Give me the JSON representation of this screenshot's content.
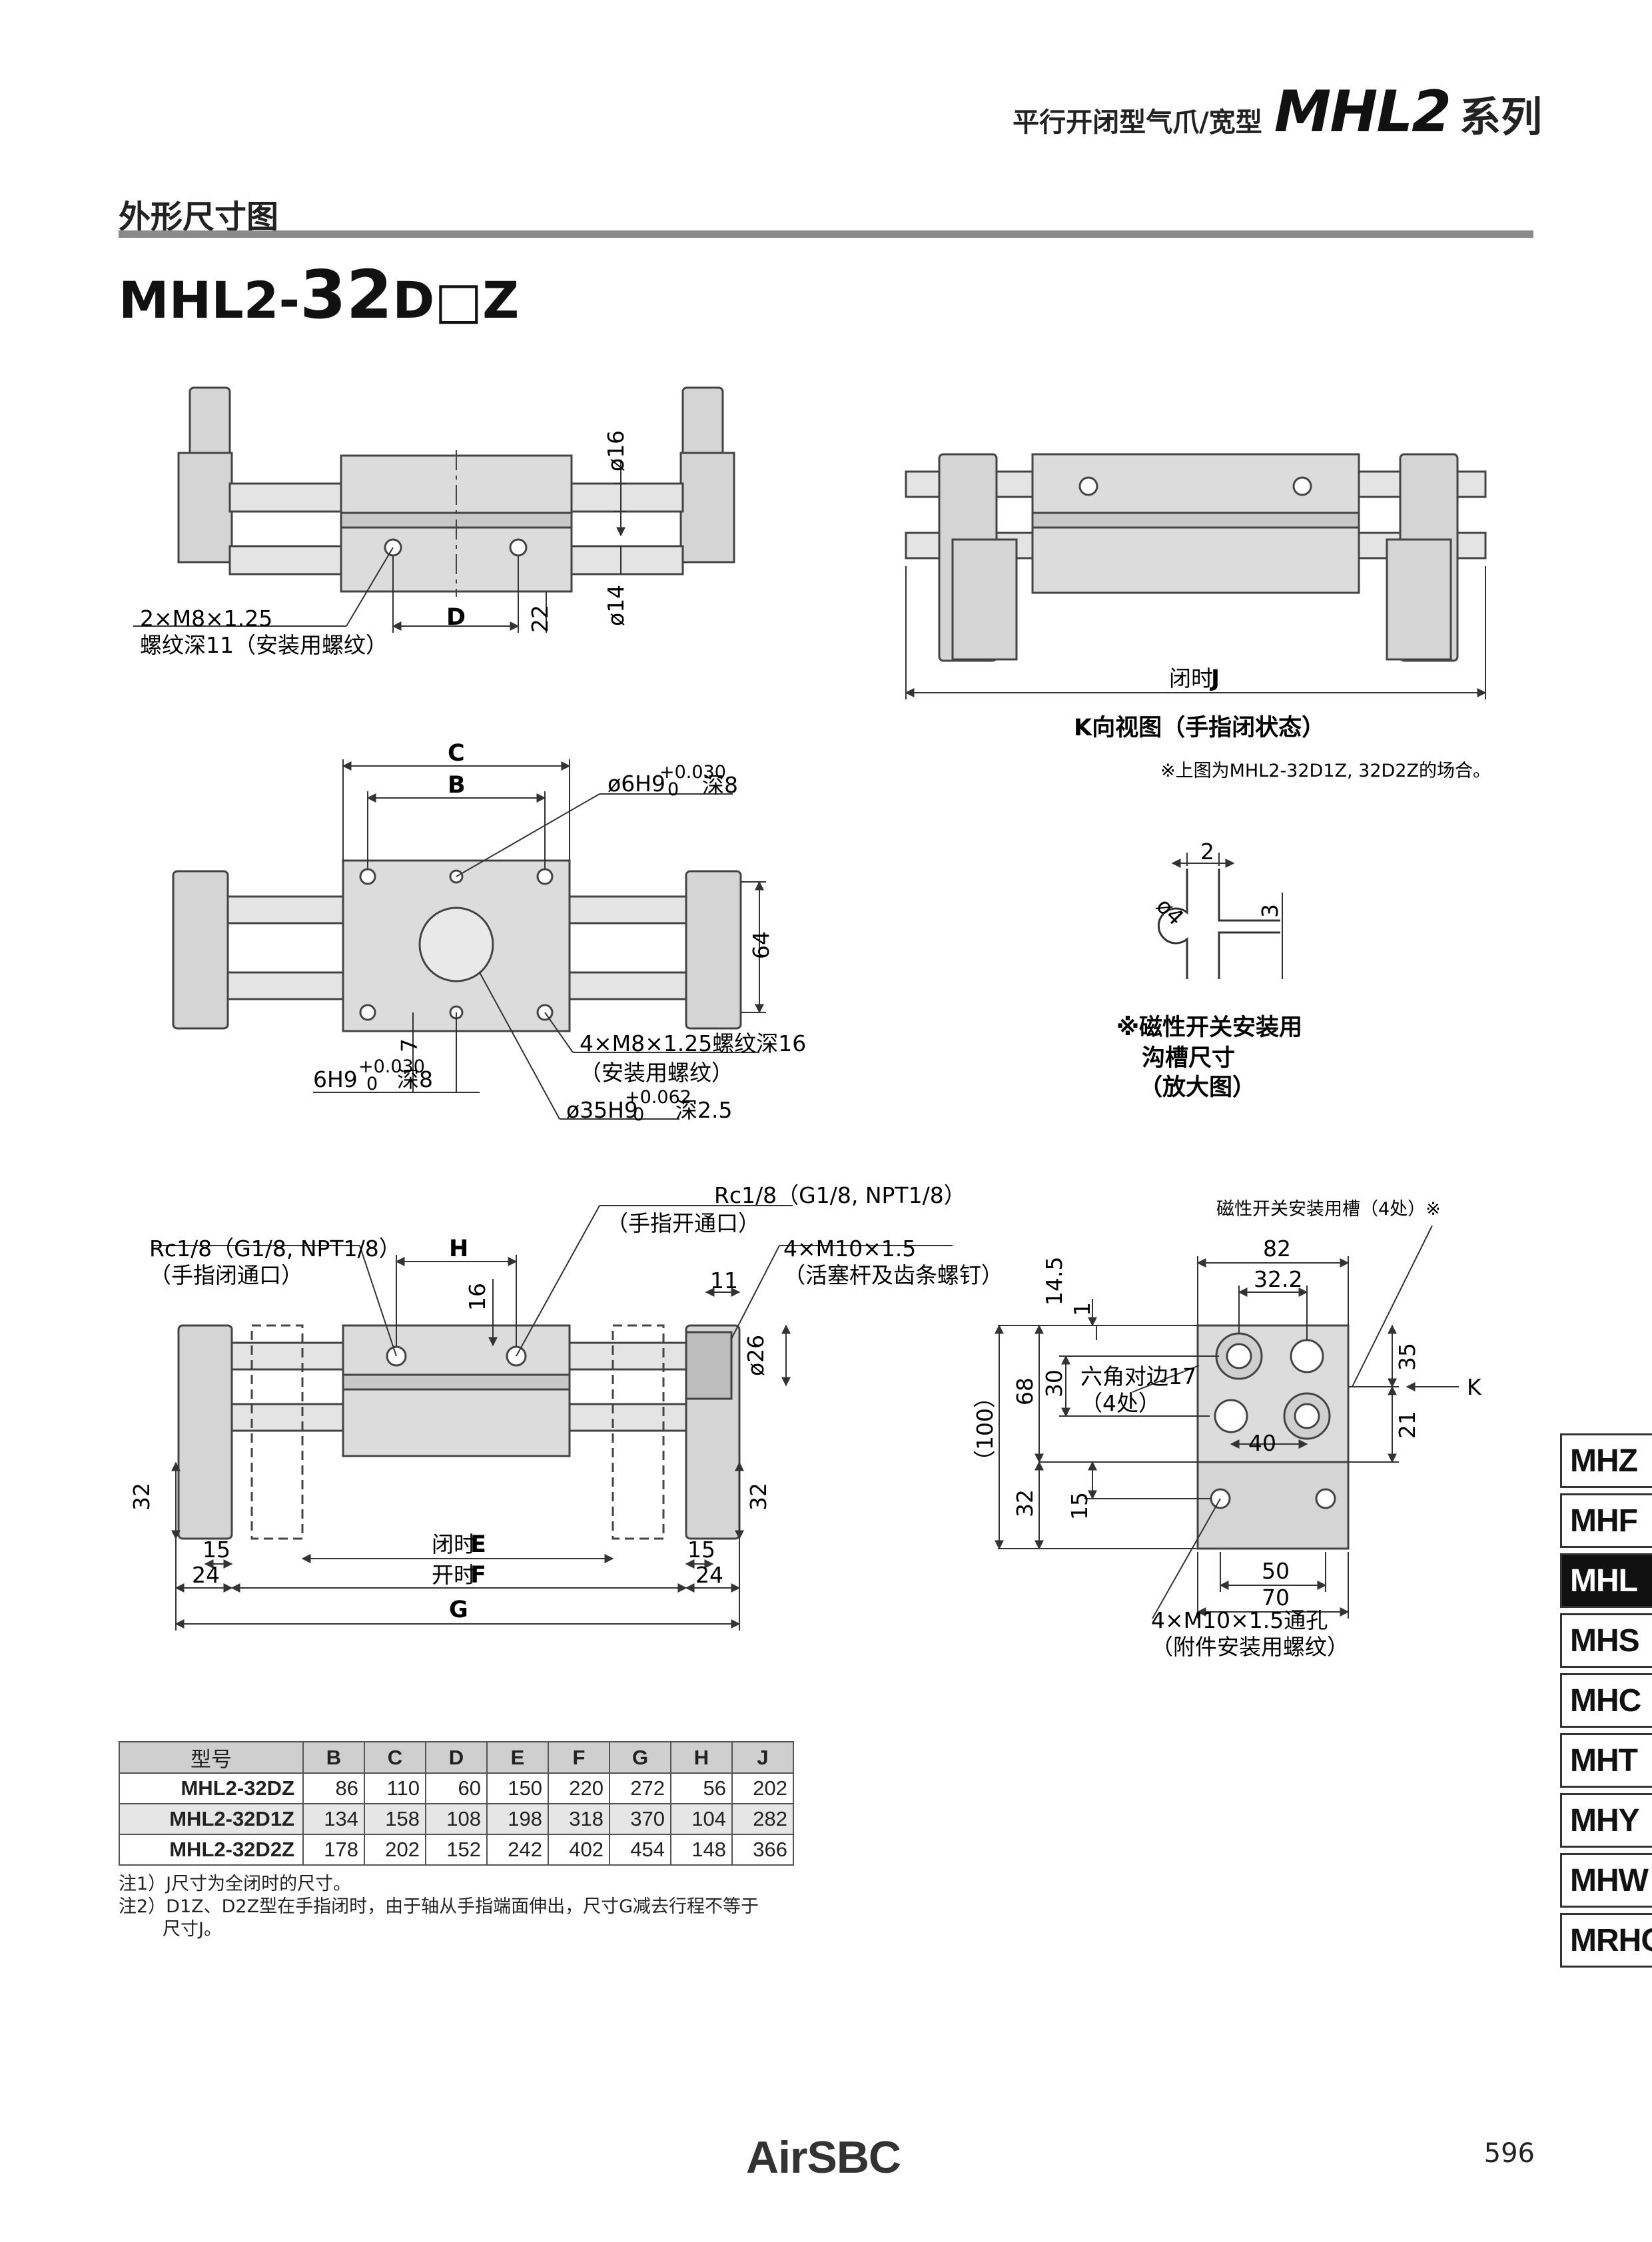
{
  "header": {
    "subtitle": "平行开闭型气爪/宽型",
    "series_name": "MHL2",
    "series_suffix": "系列"
  },
  "section": {
    "title": "外形尺寸图"
  },
  "model": {
    "prefix": "MHL2-",
    "size": "32",
    "suffix": "D□Z"
  },
  "drawing_labels": {
    "thread_mount": "2×M8×1.25",
    "thread_mount_depth": "螺纹深11（安装用螺纹）",
    "dim_D": "D",
    "dim_22": "22",
    "dim_phi16": "ø16",
    "dim_phi14": "ø14",
    "closed_J_prefix": "闭时",
    "closed_J": "J",
    "k_view": "K向视图（手指闭状态）",
    "k_view_note": "※上图为MHL2-32D1Z, 32D2Z的场合。",
    "dim_C": "C",
    "dim_B": "B",
    "hole_6H9": "ø6H9",
    "tol_0030": "+0.030",
    "tol_0": "0",
    "depth_8": "深8",
    "dim_64": "64",
    "dim_7": "7",
    "hole_6H9_b": "6H9",
    "thread_4M8": "4×M8×1.25螺纹深16",
    "thread_4M8_use": "（安装用螺纹）",
    "hole_35H9": "ø35H9",
    "tol_0062": "+0.062",
    "depth_2_5": "深2.5",
    "groove_2": "2",
    "groove_3": "3",
    "groove_phi4": "ø4",
    "groove_note_1": "※磁性开关安装用",
    "groove_note_2": "沟槽尺寸",
    "groove_note_3": "（放大图）",
    "port_open": "Rc1/8（G1/8, NPT1/8）",
    "port_open_desc": "（手指开通口）",
    "port_close": "Rc1/8（G1/8, NPT1/8）",
    "port_close_desc": "（手指闭通口）",
    "dim_H": "H",
    "dim_16": "16",
    "dim_11": "11",
    "dim_phi26": "ø26",
    "thread_4M10": "4×M10×1.5",
    "thread_4M10_desc": "（活塞杆及齿条螺钉）",
    "dim_32a": "32",
    "dim_32b": "32",
    "dim_15a": "15",
    "dim_15b": "15",
    "dim_24a": "24",
    "dim_24b": "24",
    "closed_E_prefix": "闭时",
    "closed_E": "E",
    "open_F_prefix": "开时",
    "open_F": "F",
    "dim_G": "G",
    "switch_groove": "磁性开关安装用槽（4处）※",
    "dim_82": "82",
    "dim_32_2": "32.2",
    "dim_14_5": "14.5",
    "dim_1": "1",
    "dim_35": "35",
    "dim_K": "K",
    "hex_17": "六角对边17",
    "hex_4": "（4处）",
    "dim_30": "30",
    "dim_68": "68",
    "dim_100": "（100）",
    "dim_21": "21",
    "dim_40": "40",
    "dim_32c": "32",
    "dim_15c": "15",
    "dim_50": "50",
    "dim_70": "70",
    "thread_4M10_thru": "4×M10×1.5通孔",
    "thread_4M10_att": "（附件安装用螺纹）"
  },
  "table": {
    "headers": [
      "型号",
      "B",
      "C",
      "D",
      "E",
      "F",
      "G",
      "H",
      "J"
    ],
    "rows": [
      [
        "MHL2-32DZ",
        "86",
        "110",
        "60",
        "150",
        "220",
        "272",
        "56",
        "202"
      ],
      [
        "MHL2-32D1Z",
        "134",
        "158",
        "108",
        "198",
        "318",
        "370",
        "104",
        "282"
      ],
      [
        "MHL2-32D2Z",
        "178",
        "202",
        "152",
        "242",
        "402",
        "454",
        "148",
        "366"
      ]
    ]
  },
  "notes": [
    "注1）J尺寸为全闭时的尺寸。",
    "注2）D1Z、D2Z型在手指闭时，由于轴从手指端面伸出，尺寸G减去行程不等于",
    "尺寸J。"
  ],
  "side_tabs": [
    "MHZ",
    "MHF",
    "MHL",
    "MHS",
    "MHC",
    "MHT",
    "MHY",
    "MHW",
    "MRHQ"
  ],
  "active_tab": "MHL",
  "footer": {
    "brand": "AirSBC",
    "page": "596"
  }
}
